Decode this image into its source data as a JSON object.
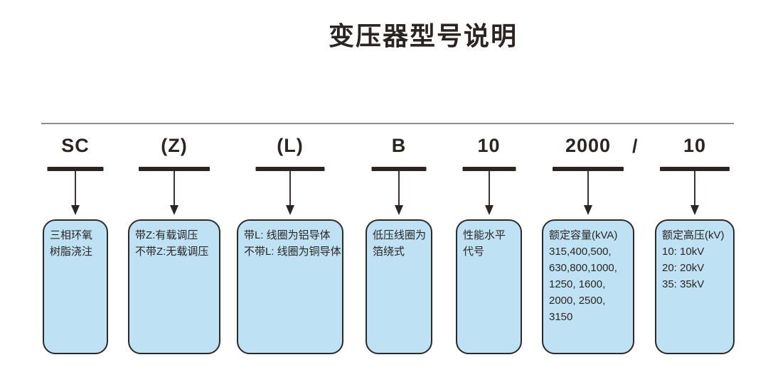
{
  "title": "变压器型号说明",
  "colors": {
    "ink": "#2b2422",
    "box_fill": "#bee2f4",
    "box_border": "#2b2a28",
    "rule_line": "#8f8f8f"
  },
  "model_code": {
    "separator": "/",
    "segments": [
      {
        "code": "SC",
        "lines": [
          "三相环氧",
          "树脂浇注"
        ]
      },
      {
        "code": "(Z)",
        "lines": [
          "带Z:有载调压",
          "不带Z:无载调压"
        ]
      },
      {
        "code": "(L)",
        "lines": [
          "带L: 线圈为铝导体",
          "不带L: 线圈为铜导体"
        ]
      },
      {
        "code": "B",
        "lines": [
          "低压线圈为",
          "箔绕式"
        ]
      },
      {
        "code": "10",
        "lines": [
          "性能水平",
          "代号"
        ]
      },
      {
        "code": "2000",
        "lines": [
          "额定容量(kVA)",
          "315,400,500,",
          "630,800,1000,",
          "1250, 1600,",
          "2000, 2500,",
          "3150"
        ]
      },
      {
        "code": "10",
        "lines": [
          "额定高压(kV)",
          "10: 10kV",
          "20: 20kV",
          "35: 35kV"
        ]
      }
    ]
  }
}
